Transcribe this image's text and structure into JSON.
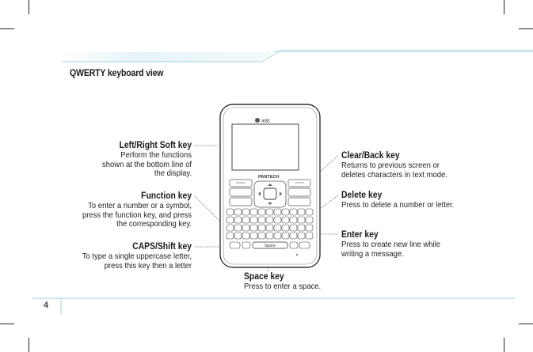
{
  "header": {
    "title": "QWERTY keyboard view"
  },
  "page_number": "4",
  "phone": {
    "carrier_logo": "at&t",
    "brand": "PANTECH",
    "space_label": "Space"
  },
  "callouts": {
    "soft_key": {
      "title": "Left/Right Soft key",
      "lines": [
        "Perform the functions",
        "shown at the bottom line of",
        "the display."
      ]
    },
    "function_key": {
      "title": "Function key",
      "lines": [
        "To enter a number or a symbol,",
        "press the function key, and press",
        "the corresponding key."
      ]
    },
    "caps_key": {
      "title": "CAPS/Shift key",
      "lines": [
        "To type a single uppercase letter,",
        "press this key then a letter"
      ]
    },
    "clear_key": {
      "title": "Clear/Back key",
      "lines": [
        "Returns to previous screen or",
        "deletes characters in text mode."
      ]
    },
    "delete_key": {
      "title": "Delete key",
      "lines": [
        "Press to delete a number or letter."
      ]
    },
    "enter_key": {
      "title": "Enter key",
      "lines": [
        "Press to create new line while",
        "writing a message."
      ]
    },
    "space_key": {
      "title": "Space key",
      "lines": [
        "Press to enter a space."
      ]
    }
  },
  "colors": {
    "accent_line": "#9fd3e6",
    "leader_line": "#777777"
  }
}
